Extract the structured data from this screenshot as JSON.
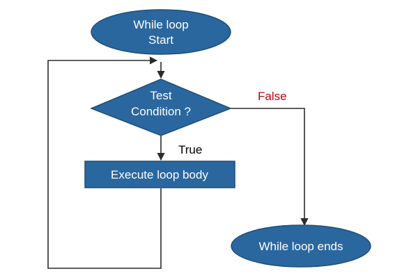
{
  "colors": {
    "node_fill": "#2a679e",
    "node_stroke": "#1d4f79",
    "node_text": "#ffffff",
    "line": "#2b2b2b",
    "false_label": "#c0000c",
    "true_label": "#000000"
  },
  "nodes": {
    "start": {
      "shape": "ellipse",
      "line1": "While loop",
      "line2": "Start"
    },
    "condition": {
      "shape": "diamond",
      "line1": "Test",
      "line2": "Condition ?"
    },
    "body": {
      "shape": "rectangle",
      "label": "Execute loop body"
    },
    "end": {
      "shape": "ellipse",
      "label": "While loop ends"
    }
  },
  "edges": {
    "true_label": "True",
    "false_label": "False"
  }
}
